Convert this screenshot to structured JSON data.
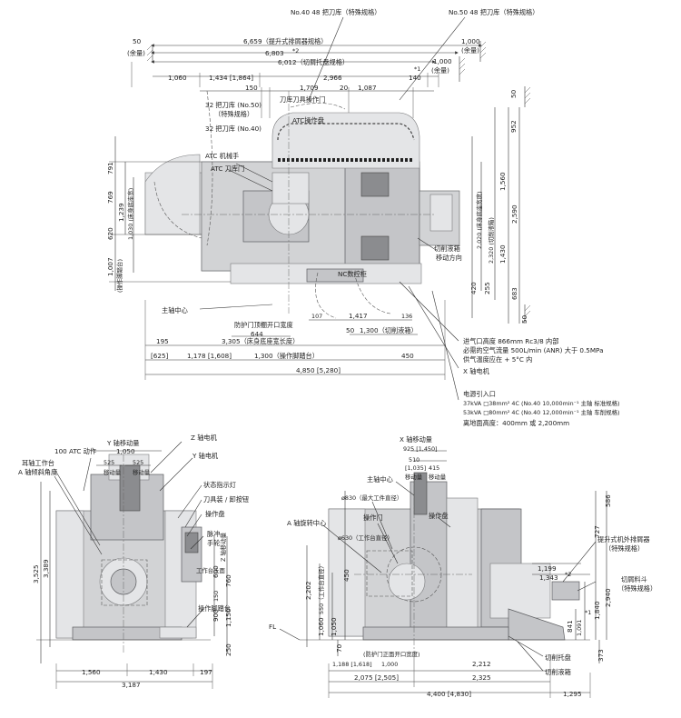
{
  "top_view": {
    "labels": {
      "magazine_48_no40": "No.40 48 把刀库（特殊规格）",
      "magazine_48_no50": "No.50 48 把刀库（特殊规格）",
      "chip_conveyor_overall": "6,659（提升式排屑器规格）",
      "overall_6803": "6,803",
      "note_2": "*2",
      "chip_tray_6012": "6,012（切屑托盘规格）",
      "dim_50_left": "50",
      "margin_left": "(余量)",
      "dim_1000_right": "1,000",
      "margin_right": "(余量)",
      "dim_1000_right2": "1,000",
      "margin_right2": "(余量)",
      "dim_1060": "1,060",
      "dim_1434": "1,434 [1,864]",
      "dim_2966": "2,966",
      "dim_140": "140",
      "note_1": "*1",
      "dim_150": "150",
      "dim_1709": "1,709",
      "dim_1087": "1,087",
      "dim_20": "20",
      "mag32_no50": "32 把刀库 (No.50)",
      "special": "（特殊规格）",
      "mag32_no40": "32 把刀库 (No.40)",
      "tool_door": "刀库刀具操作门",
      "atc_panel": "ATC操作盘",
      "atc_arm": "ATC 机械手",
      "atc_magazine": "ATC 刀库门",
      "nc_panel": "NC数控柜",
      "spindle_center": "主轴中心",
      "dim_791": "791",
      "dim_769": "769",
      "dim_620": "620",
      "dim_1239": "1,239",
      "dim_1030": "1,030 (床身底座宽)",
      "dim_1007": "1,007",
      "op_width": "(操作脚踏台)",
      "dim_952": "952",
      "dim_50_r": "50",
      "dim_1560": "1,560",
      "dim_2590": "2,590",
      "dim_2320": "2,320 (切削液箱)",
      "dim_2020": "2,020 (床身底座宽度)",
      "dim_1430": "1,430",
      "coolant_move": "切削液箱",
      "coolant_move2": "移动方向",
      "dim_420": "420",
      "dim_255": "255",
      "dim_683": "683",
      "dim_50_b": "50",
      "guard_door": "防护门顶棚开口宽度",
      "dim_644": "644",
      "dim_107": "107",
      "dim_1417": "1,417",
      "dim_136": "136",
      "dim_1300_coolant": "1,300（切削液箱）",
      "dim_50_bb": "50",
      "dim_195": "195",
      "dim_625": "[625]",
      "dim_3305": "3,305（床身底座宽长度）",
      "dim_1178": "1,178 [1,608]",
      "dim_1300_op": "1,300（操作脚踏台）",
      "dim_450": "450",
      "dim_4850": "4,850 [5,280]"
    },
    "notes": [
      "进气口高度 866mm Rc3/8 内部",
      "必需的空气流量 500L/min (ANR) 大于 0.5MPa",
      "供气温度应在 + 5°C 内",
      "X 轴电机",
      "电源引入口",
      "37kVA □38mm² 4C (No.40 10,000min⁻¹ 主轴 标准规格)",
      "53kVA □80mm² 4C (No.40 12,000min⁻¹ 主轴 车削规格)",
      "离地面高度：400mm 或 2,200mm"
    ]
  },
  "front_view": {
    "labels": {
      "y_travel": "Y 轴移动量",
      "z_motor": "Z 轴电机",
      "dim_1050": "1,050",
      "atc_100": "100 ATC 动作",
      "y_motor": "Y 轴电机",
      "trunnion": "耳轴工作台",
      "a_tilt": "A 轴倾斜角度",
      "dim_525a": "525",
      "dim_525b": "525",
      "move_a": "移动量",
      "move_b": "移动量",
      "status_light": "状态指示灯",
      "tool_clamp": "刀具装 / 卸按钮",
      "op_panel": "操作盘",
      "pulse_hand": "脉冲",
      "pulse_hand2": "手轮",
      "table_top": "工作台上面",
      "z_travel": "Z 轴移动量",
      "dim_600": "600",
      "dim_760": "760",
      "dim_3525": "3,525",
      "dim_3389": "3,389",
      "dim_900": "900",
      "dim_1150": "1,150",
      "dim_150b": "150",
      "dim_250": "250",
      "op_step": "操作脚踏台",
      "dim_1560": "1,560",
      "dim_1430": "1,430",
      "dim_197": "197",
      "dim_3187": "3,187"
    }
  },
  "side_view": {
    "labels": {
      "x_travel": "X 轴移动量",
      "dim_925": "925 [1,450]",
      "dim_510": "510",
      "dim_1035": "[1,035]",
      "dim_415": "415",
      "move_a": "移动量",
      "move_b": "移动量",
      "spindle_center": "主轴中心",
      "max_work": "ø830（最大工件直径）",
      "guard_door": "操作门",
      "op_panel": "操作盘",
      "a_center": "A 轴旋转中心",
      "work_dia": "ø630（工作台直径）",
      "dim_586": "586",
      "dim_727": "727",
      "dim_2202": "2,202",
      "dim_550": "550（工作台直径）",
      "dim_450": "450",
      "dim_1060": "1,060",
      "dim_1050": "1,050",
      "dim_70": "70",
      "fl": "FL",
      "lift_conveyor": "提升式机外排屑器",
      "special1": "（特殊规格）",
      "chip_bucket": "切屑料斗",
      "special2": "（特殊规格）",
      "dim_1199": "1,199",
      "dim_1343": "1,343",
      "note_2": "*2",
      "dim_2940": "2,940",
      "dim_1840": "1,840",
      "dim_841": "841",
      "dim_1091": "1,091",
      "note_1": "*1",
      "dim_373": "373",
      "chip_tray": "切削托盘",
      "coolant_tank": "切削液箱",
      "dim_1188": "1,188 [1,618]",
      "dim_1000": "1,000",
      "guard_open": "(防护门正面开口宽度)",
      "dim_2212": "2,212",
      "dim_2075": "2,075 [2,505]",
      "dim_2325": "2,325",
      "dim_4400": "4,400 [4,830]",
      "dim_1295": "1,295"
    }
  }
}
